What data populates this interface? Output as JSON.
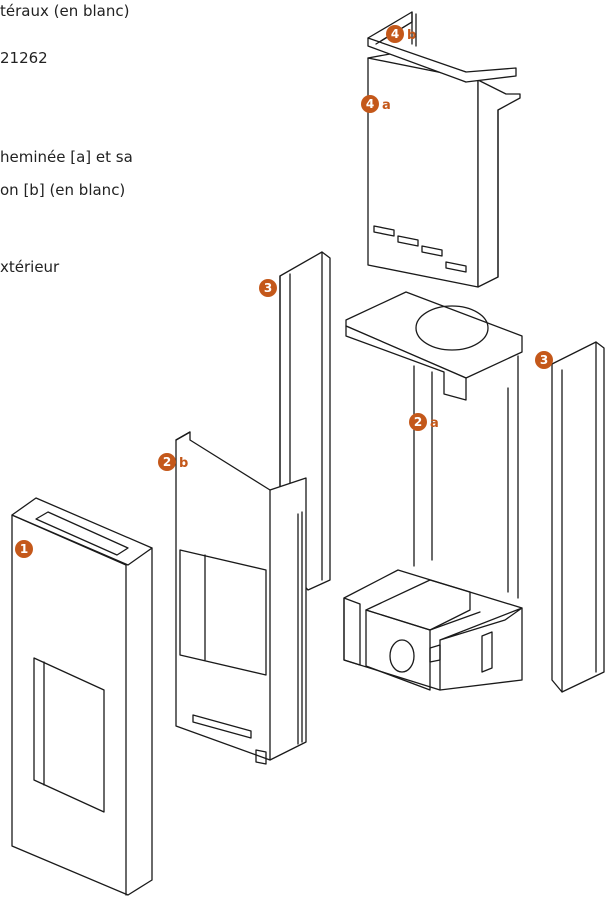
{
  "captions": [
    "téraux (en blanc)",
    "21262",
    "heminée [a] et sa",
    "on [b] (en blanc)",
    "xtérieur"
  ],
  "callouts": [
    {
      "number": "1",
      "letter": ""
    },
    {
      "number": "2",
      "letter": "b"
    },
    {
      "number": "3",
      "letter": ""
    },
    {
      "number": "2",
      "letter": "a"
    },
    {
      "number": "3",
      "letter": ""
    },
    {
      "number": "4",
      "letter": "a"
    },
    {
      "number": "4",
      "letter": "b"
    }
  ],
  "colors": {
    "accent": "#c4581a",
    "line": "#1a1a1a",
    "text": "#222222"
  }
}
